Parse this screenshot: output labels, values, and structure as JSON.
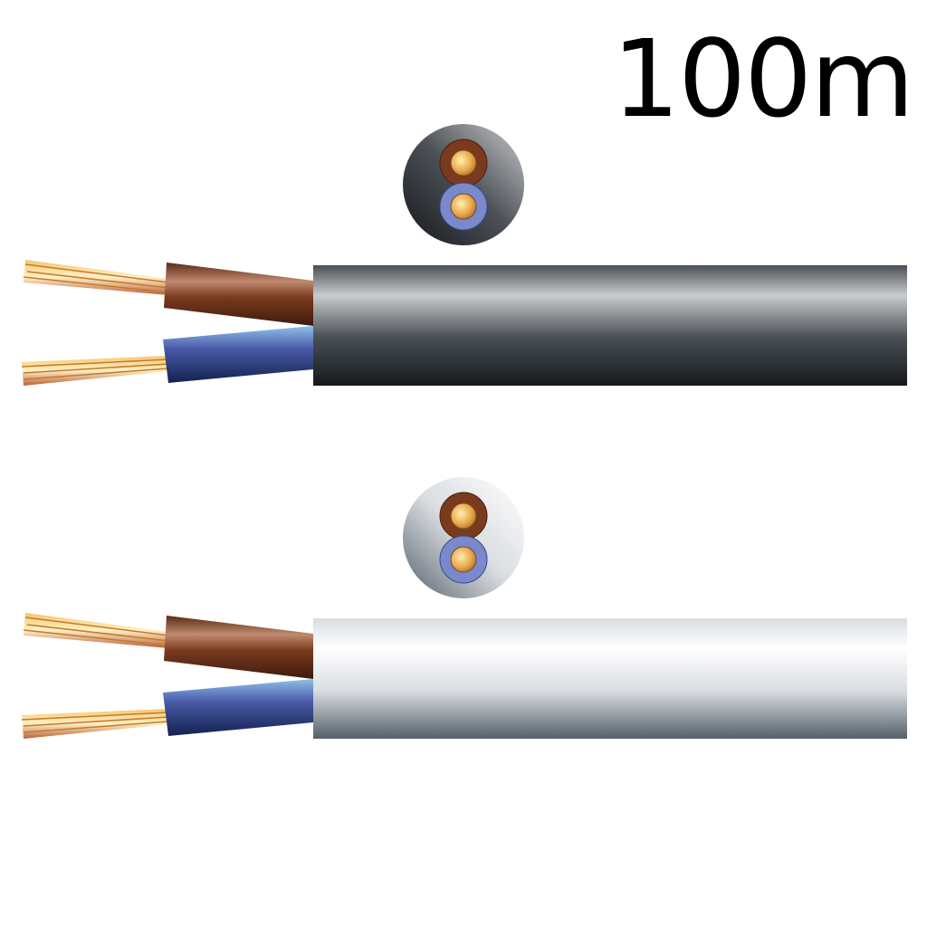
{
  "length_label": "100m",
  "cables": [
    {
      "name": "black-cable",
      "jacket_color": "#4a4f55",
      "jacket_light": "#c9ccce",
      "jacket_dark": "#15191c"
    },
    {
      "name": "white-cable",
      "jacket_color": "#d9dde1",
      "jacket_light": "#ffffff",
      "jacket_dark": "#55606a"
    }
  ],
  "colors": {
    "live_brown": "#7a3a1e",
    "neutral_blue": "#4a5aa8",
    "copper": "#e8a84a"
  }
}
